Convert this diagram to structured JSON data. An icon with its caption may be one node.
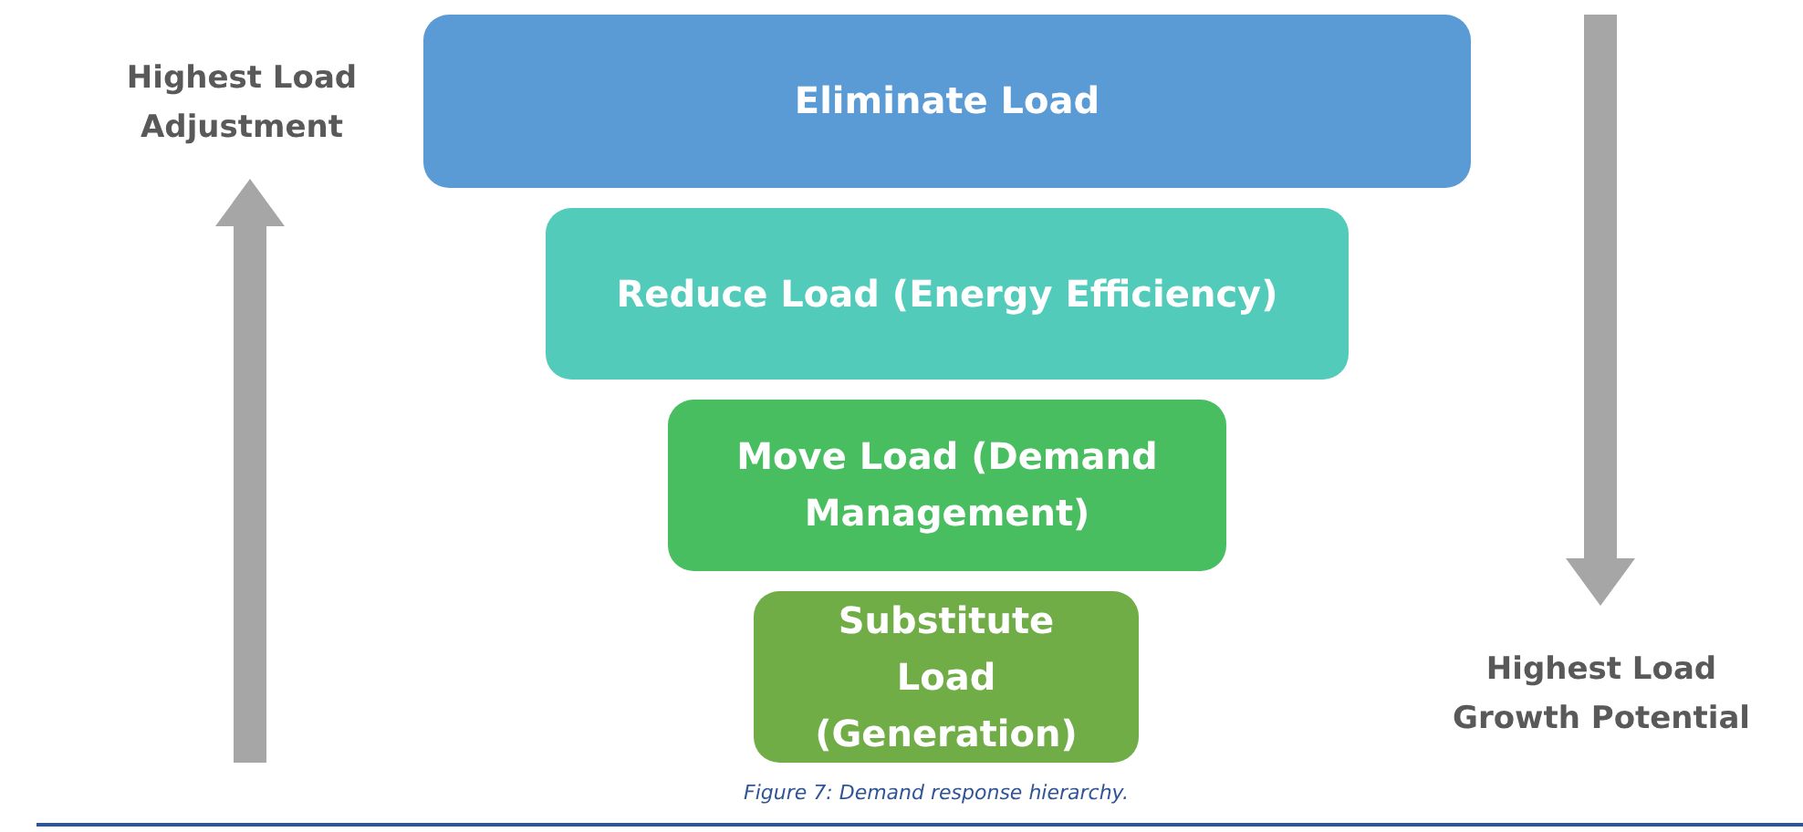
{
  "diagram": {
    "caption": "Figure 7: Demand response hierarchy.",
    "nodes": [
      {
        "text": [
          "Eliminate Load"
        ]
      },
      {
        "text": [
          "Reduce Load (Energy Efficiency)"
        ]
      },
      {
        "text": [
          "Move Load (Demand Management)"
        ]
      },
      {
        "text": [
          "Substitute Load (Generation)"
        ]
      }
    ],
    "labels": [
      "Highest Load Adjustment",
      "Highest Load Growth Potential"
    ]
  }
}
